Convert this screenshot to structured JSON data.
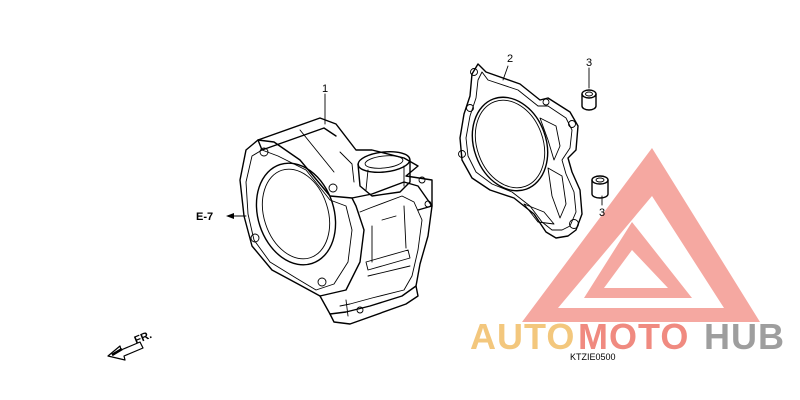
{
  "parts": [
    {
      "number": "1"
    },
    {
      "number": "2"
    },
    {
      "number": "3"
    },
    {
      "number": "3"
    }
  ],
  "reference": {
    "label": "E-7"
  },
  "direction": {
    "label": "FR."
  },
  "diagram_code": "KTZIE0500",
  "watermark": {
    "part1": "AUTO",
    "part2": "MOTO",
    "part3": "HUB",
    "colors": {
      "triangle": "#f28b82",
      "auto": "#f3c77d",
      "moto": "#f08a80",
      "hub": "#9e9e9e"
    }
  }
}
